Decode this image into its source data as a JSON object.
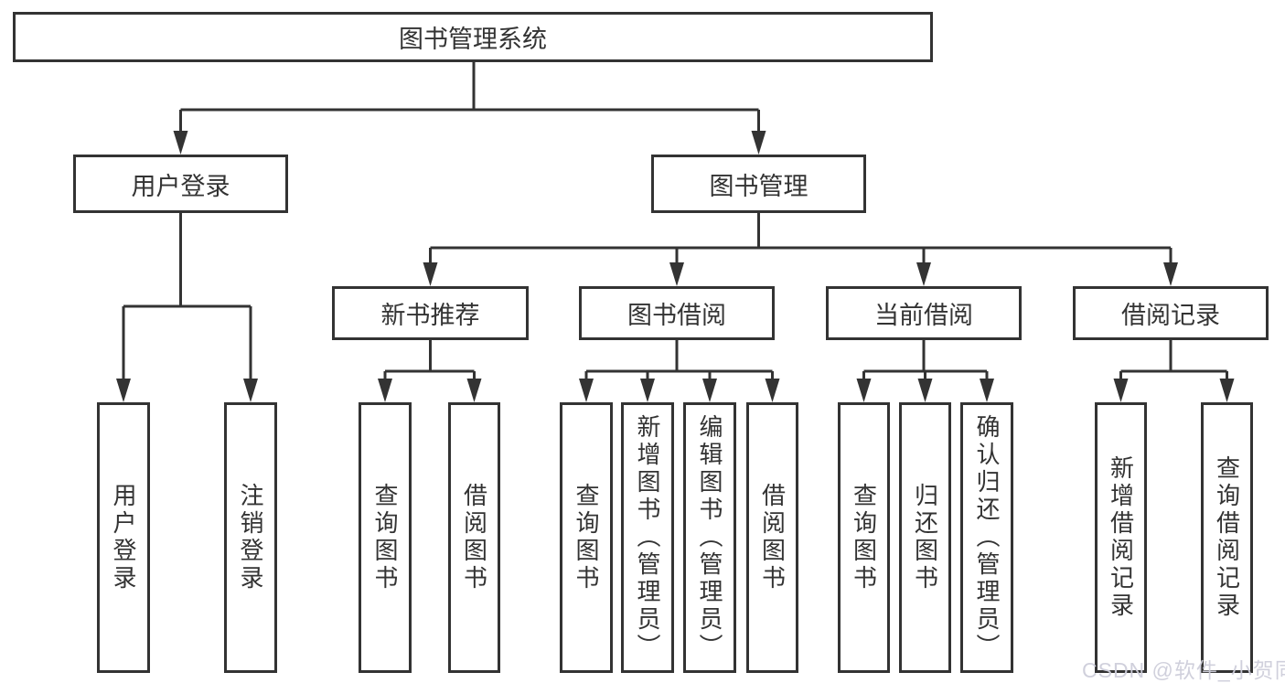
{
  "diagram_type": "hierarchy-tree",
  "tree": {
    "label": "图书管理系统",
    "children": [
      {
        "label": "用户登录",
        "children": [
          {
            "label": "用户登录"
          },
          {
            "label": "注销登录"
          }
        ]
      },
      {
        "label": "图书管理",
        "children": [
          {
            "label": "新书推荐",
            "children": [
              {
                "label": "查询图书"
              },
              {
                "label": "借阅图书"
              }
            ]
          },
          {
            "label": "图书借阅",
            "children": [
              {
                "label": "查询图书"
              },
              {
                "label": "新增图书（管理员）"
              },
              {
                "label": "编辑图书（管理员）"
              },
              {
                "label": "借阅图书"
              }
            ]
          },
          {
            "label": "当前借阅",
            "children": [
              {
                "label": "查询图书"
              },
              {
                "label": "归还图书"
              },
              {
                "label": "确认归还（管理员）"
              }
            ]
          },
          {
            "label": "借阅记录",
            "children": [
              {
                "label": "新增借阅记录"
              },
              {
                "label": "查询借阅记录"
              }
            ]
          }
        ]
      }
    ]
  },
  "watermark": {
    "text": "CSDN @软件_小贺同学"
  },
  "colors": {
    "line": "#333333",
    "box_border": "#333333",
    "text": "#333333",
    "background": "#ffffff",
    "watermark": "#ceceda"
  }
}
